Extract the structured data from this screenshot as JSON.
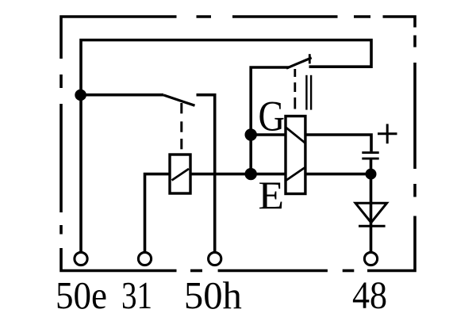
{
  "diagram": {
    "kind": "relay-circuit-schematic",
    "colors": {
      "ink": "#000000",
      "paper": "#ffffff"
    },
    "component_labels": {
      "gate": "G",
      "emitter": "E"
    },
    "polarity_mark": "+",
    "terminals": [
      {
        "label": "50e"
      },
      {
        "label": "31"
      },
      {
        "label": "50h"
      },
      {
        "label": "48"
      }
    ],
    "symbols": [
      "dash-dot-enclosure-border",
      "relay-coil",
      "relay-contact-switch",
      "thermal-contact-switch",
      "semiconductor-box",
      "capacitor",
      "plus-polarity",
      "diode",
      "terminal-circles",
      "junction-dots"
    ]
  }
}
